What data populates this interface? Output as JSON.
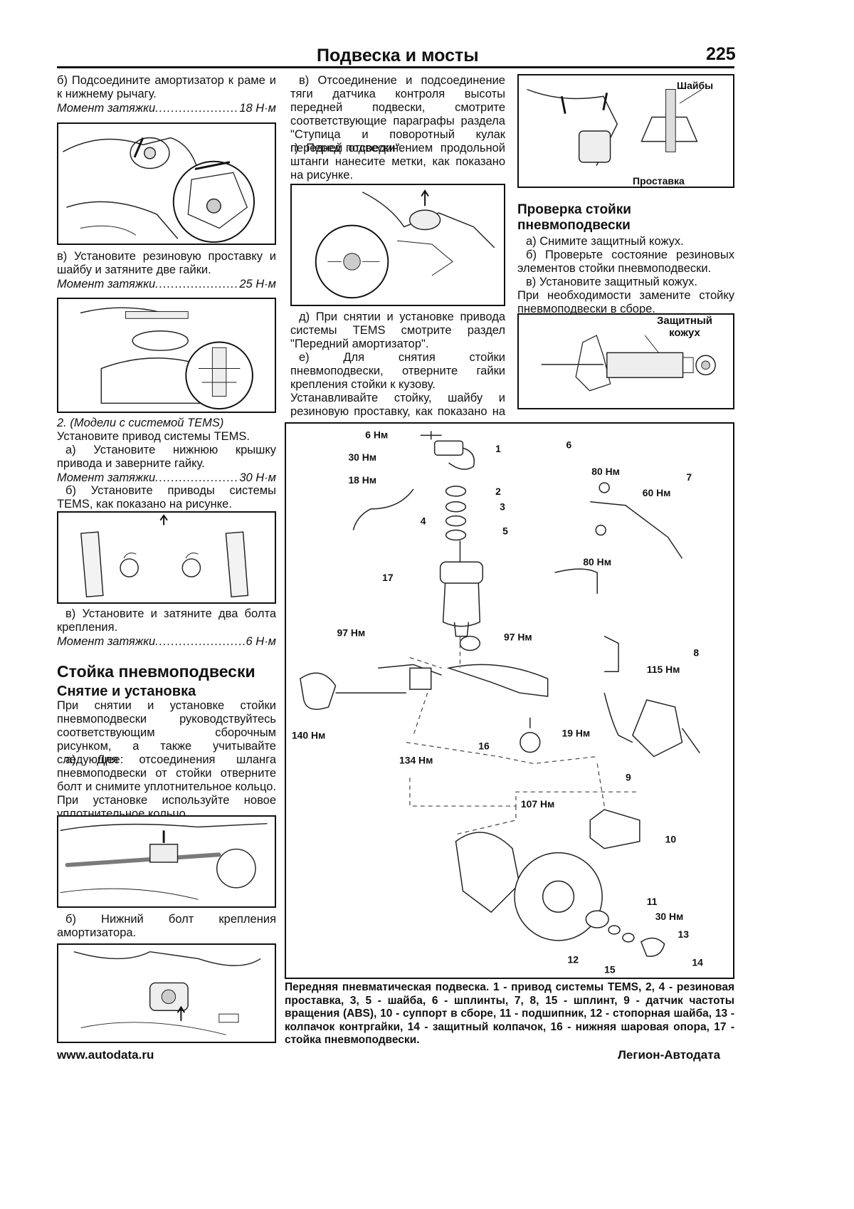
{
  "header": {
    "title": "Подвеска и мосты",
    "page_number": "225"
  },
  "left": {
    "p1": "б) Подсоедините амортизатор к раме и к нижнему рычагу.",
    "t1": {
      "label": "Момент затяжки",
      "value": "18 Н·м"
    },
    "p2": "в) Установите резиновую проставку и шайбу и затяните две гайки.",
    "t2": {
      "label": "Момент затяжки",
      "value": "25 Н·м"
    },
    "p3a": "2. (Модели с системой TEMS)",
    "p3b": "Установите привод системы TEMS.",
    "p3c": "а) Установите нижнюю крышку привода и заверните гайку.",
    "t3": {
      "label": "Момент затяжки",
      "value": "30 Н·м"
    },
    "p4": "б) Установите приводы системы TEMS, как показано на рисунке.",
    "p5": "в) Установите и затяните два болта крепления.",
    "t4": {
      "label": "Момент затяжки",
      "value": "6 Н·м"
    },
    "section_title": "Стойка пневмоподвески",
    "subsection_title": "Снятие и установка",
    "p6": "При снятии и установке стойки пневмоподвески руководствуйтесь соответствующим сборочным рисунком, а также учитывайте следующее:",
    "p7": "а) Для отсоединения шланга пневмоподвески от стойки отверните болт и снимите уплотнительное кольцо. При установке используйте новое уплотнительное кольцо.",
    "p8": "б) Нижний болт крепления амортизатора."
  },
  "middle": {
    "p1": "в) Отсоединение и подсоединение тяги датчика контроля высоты передней подвески, смотрите соответствующие параграфы раздела \"Ступица и поворотный кулак передней подвески\".",
    "p2": "г) Перед отсоединением продольной штанги нанесите метки, как показано на рисунке.",
    "p3": "д) При снятии и установке привода системы TEMS смотрите раздел \"Передний амортизатор\".",
    "p4": "е) Для снятия стойки пневмоподвески, отверните гайки крепления стойки к кузову.",
    "p5": "Устанавливайте стойку, шайбу и резиновую проставку, как показано на рисунке."
  },
  "right": {
    "fig1_label_washers": "Шайбы",
    "fig1_label_spacer": "Проставка",
    "title": "Проверка стойки пневмоподвески",
    "p1": "а) Снимите защитный кожух.",
    "p2": "б) Проверьте состояние резиновых элементов стойки пневмоподвески.",
    "p3": "в) Установите защитный кожух.",
    "p4": "При необходимости замените стойку пневмоподвески в сборе.",
    "fig2_label": "Защитный кожух"
  },
  "diagram": {
    "torques": [
      "6 Нм",
      "30 Нм",
      "18 Нм",
      "80 Нм",
      "60 Нм",
      "80 Нм",
      "97 Нм",
      "97 Нм",
      "115 Нм",
      "140 Нм",
      "134 Нм",
      "19 Нм",
      "107 Нм",
      "30 Нм"
    ],
    "numbers": [
      "1",
      "2",
      "3",
      "4",
      "5",
      "6",
      "7",
      "8",
      "9",
      "10",
      "11",
      "12",
      "13",
      "14",
      "15",
      "16",
      "17"
    ],
    "caption": "Передняя пневматическая подвеска. 1 - привод системы TEMS, 2, 4 - резиновая проставка, 3, 5 - шайба, 6 - шплинты, 7, 8, 15 - шплинт, 9 - датчик частоты вращения (ABS), 10 - суппорт в сборе, 11 - подшипник, 12 - стопорная шайба, 13 - колпачок контргайки, 14 - защитный колпачок, 16 - нижняя шаровая опора, 17 - стойка пневмоподвески."
  },
  "footer": {
    "left": "www.autodata.ru",
    "right": "Легион-Автодата"
  }
}
